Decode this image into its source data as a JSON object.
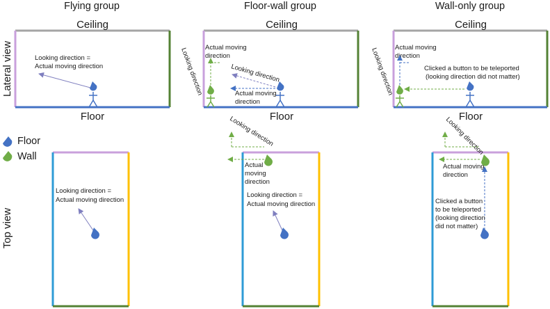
{
  "groups": {
    "flying": "Flying group",
    "floor_wall": "Floor-wall group",
    "wall_only": "Wall-only group"
  },
  "row_labels": {
    "lateral": "Lateral view",
    "top": "Top view"
  },
  "labels": {
    "ceiling": "Ceiling",
    "floor": "Floor"
  },
  "legend": {
    "floor": "Floor",
    "wall": "Wall"
  },
  "annotations": {
    "looking_eq_moving_1": "Looking direction =",
    "looking_eq_moving_2": "Actual moving direction",
    "looking_direction": "Looking direction",
    "actual_moving_1": "Actual moving",
    "actual_moving_2": "direction",
    "actual_top_1": "Actual",
    "actual_top_2": "moving",
    "actual_top_3": "direction",
    "teleport_lat_1": "Clicked a button to be teleported",
    "teleport_lat_2": "(looking direction did not matter)",
    "teleport_top_1": "Clicked a button",
    "teleport_top_2": "to be teleported",
    "teleport_top_3": "(looking direction",
    "teleport_top_4": "did not matter)"
  },
  "colors": {
    "floor_blue": "#4472c4",
    "wall_green": "#70ad47",
    "ceiling_purple": "#c9a0dc",
    "ceiling_gray": "#a5a5a5",
    "dark_green": "#548235",
    "top_blue": "#2e9bd6",
    "top_yellow": "#ffc000",
    "arrow_blue": "#7f7fbf"
  }
}
